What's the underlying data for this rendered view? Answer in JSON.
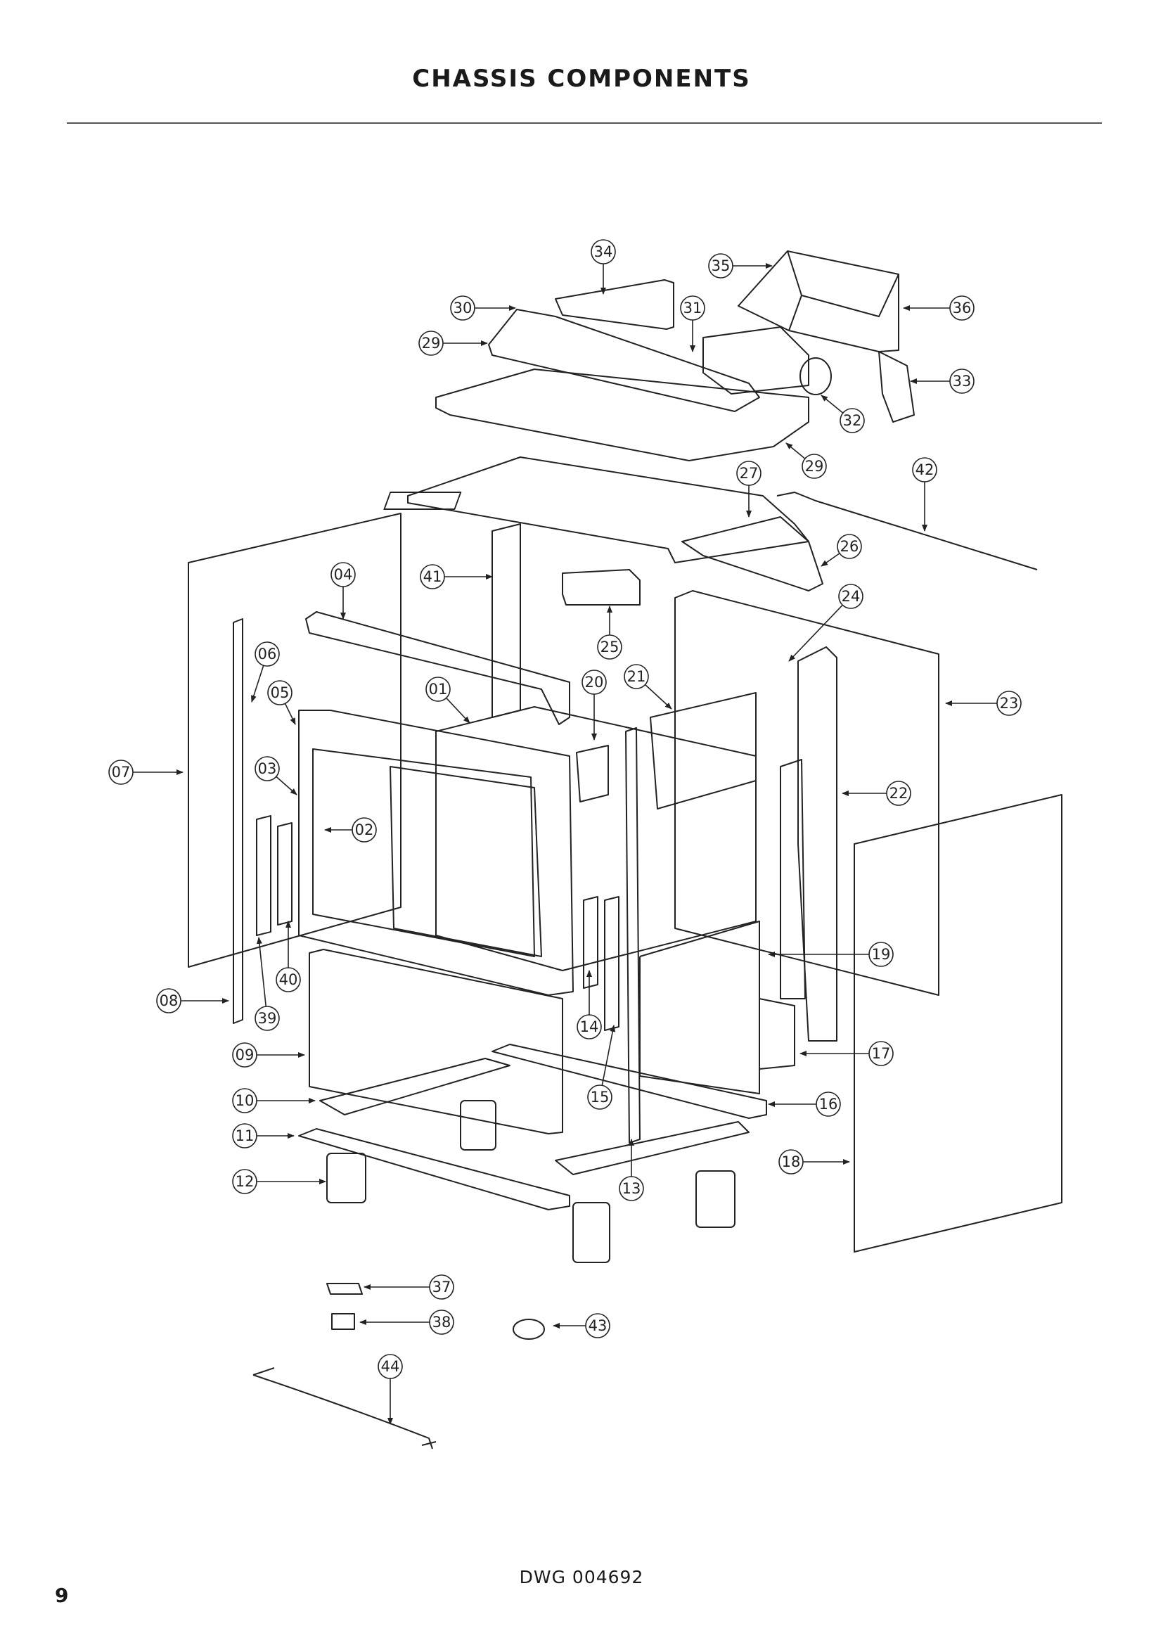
{
  "header": {
    "title": "CHASSIS COMPONENTS"
  },
  "footer": {
    "drawing_number": "DWG 004692",
    "page_number": "9"
  },
  "callouts": [
    {
      "id": "34",
      "label": "34"
    },
    {
      "id": "35",
      "label": "35"
    },
    {
      "id": "30",
      "label": "30"
    },
    {
      "id": "31",
      "label": "31"
    },
    {
      "id": "36",
      "label": "36"
    },
    {
      "id": "29a",
      "label": "29"
    },
    {
      "id": "33",
      "label": "33"
    },
    {
      "id": "32",
      "label": "32"
    },
    {
      "id": "29b",
      "label": "29"
    },
    {
      "id": "27",
      "label": "27"
    },
    {
      "id": "42",
      "label": "42"
    },
    {
      "id": "26",
      "label": "26"
    },
    {
      "id": "04",
      "label": "04"
    },
    {
      "id": "41",
      "label": "41"
    },
    {
      "id": "24",
      "label": "24"
    },
    {
      "id": "25",
      "label": "25"
    },
    {
      "id": "06",
      "label": "06"
    },
    {
      "id": "05",
      "label": "05"
    },
    {
      "id": "01",
      "label": "01"
    },
    {
      "id": "20",
      "label": "20"
    },
    {
      "id": "21",
      "label": "21"
    },
    {
      "id": "23",
      "label": "23"
    },
    {
      "id": "07",
      "label": "07"
    },
    {
      "id": "03",
      "label": "03"
    },
    {
      "id": "02",
      "label": "02"
    },
    {
      "id": "22",
      "label": "22"
    },
    {
      "id": "19",
      "label": "19"
    },
    {
      "id": "40",
      "label": "40"
    },
    {
      "id": "08",
      "label": "08"
    },
    {
      "id": "39",
      "label": "39"
    },
    {
      "id": "14",
      "label": "14"
    },
    {
      "id": "17",
      "label": "17"
    },
    {
      "id": "09",
      "label": "09"
    },
    {
      "id": "15",
      "label": "15"
    },
    {
      "id": "16",
      "label": "16"
    },
    {
      "id": "10",
      "label": "10"
    },
    {
      "id": "11",
      "label": "11"
    },
    {
      "id": "18",
      "label": "18"
    },
    {
      "id": "12",
      "label": "12"
    },
    {
      "id": "13",
      "label": "13"
    },
    {
      "id": "37",
      "label": "37"
    },
    {
      "id": "38",
      "label": "38"
    },
    {
      "id": "43",
      "label": "43"
    },
    {
      "id": "44",
      "label": "44"
    }
  ]
}
